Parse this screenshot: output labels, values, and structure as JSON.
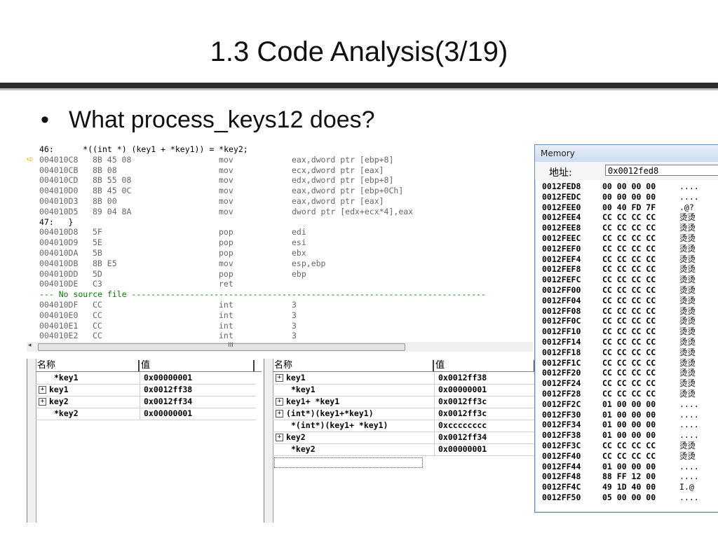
{
  "slide": {
    "title": "1.3 Code Analysis(3/19)",
    "bullet": "What process_keys12 does?"
  },
  "disasm": {
    "source_lines": [
      {
        "row": 0,
        "text": "46:      *((int *) (key1 + *key1)) = *key2;"
      },
      {
        "row": 7,
        "text": "47:   }"
      }
    ],
    "instructions": [
      {
        "row": 1,
        "addr": "004010C8",
        "bytes": "8B 45 08",
        "mnemonic": "mov",
        "operands": "eax,dword ptr [ebp+8]",
        "current": true
      },
      {
        "row": 2,
        "addr": "004010CB",
        "bytes": "8B 08",
        "mnemonic": "mov",
        "operands": "ecx,dword ptr [eax]"
      },
      {
        "row": 3,
        "addr": "004010CD",
        "bytes": "8B 55 08",
        "mnemonic": "mov",
        "operands": "edx,dword ptr [ebp+8]"
      },
      {
        "row": 4,
        "addr": "004010D0",
        "bytes": "8B 45 0C",
        "mnemonic": "mov",
        "operands": "eax,dword ptr [ebp+0Ch]"
      },
      {
        "row": 5,
        "addr": "004010D3",
        "bytes": "8B 00",
        "mnemonic": "mov",
        "operands": "eax,dword ptr [eax]"
      },
      {
        "row": 6,
        "addr": "004010D5",
        "bytes": "89 04 8A",
        "mnemonic": "mov",
        "operands": "dword ptr [edx+ecx*4],eax"
      },
      {
        "row": 8,
        "addr": "004010D8",
        "bytes": "5F",
        "mnemonic": "pop",
        "operands": "edi"
      },
      {
        "row": 9,
        "addr": "004010D9",
        "bytes": "5E",
        "mnemonic": "pop",
        "operands": "esi"
      },
      {
        "row": 10,
        "addr": "004010DA",
        "bytes": "5B",
        "mnemonic": "pop",
        "operands": "ebx"
      },
      {
        "row": 11,
        "addr": "004010DB",
        "bytes": "8B E5",
        "mnemonic": "mov",
        "operands": "esp,ebp"
      },
      {
        "row": 12,
        "addr": "004010DD",
        "bytes": "5D",
        "mnemonic": "pop",
        "operands": "ebp"
      },
      {
        "row": 13,
        "addr": "004010DE",
        "bytes": "C3",
        "mnemonic": "ret",
        "operands": ""
      },
      {
        "row": 15,
        "addr": "004010DF",
        "bytes": "CC",
        "mnemonic": "int",
        "operands": "3"
      },
      {
        "row": 16,
        "addr": "004010E0",
        "bytes": "CC",
        "mnemonic": "int",
        "operands": "3"
      },
      {
        "row": 17,
        "addr": "004010E1",
        "bytes": "CC",
        "mnemonic": "int",
        "operands": "3"
      },
      {
        "row": 18,
        "addr": "004010E2",
        "bytes": "CC",
        "mnemonic": "int",
        "operands": "3"
      }
    ],
    "no_source": {
      "row": 14,
      "text": "--- No source file -------------------------------------------------------------------------"
    },
    "scroll_grip": "III"
  },
  "watch_left": {
    "col_name": "名称",
    "col_value": "值",
    "rows": [
      {
        "name": "*key1",
        "value": "0x00000001",
        "expandable": false
      },
      {
        "name": "key1",
        "value": "0x0012ff38",
        "expandable": true
      },
      {
        "name": "key2",
        "value": "0x0012ff34",
        "expandable": true
      },
      {
        "name": "*key2",
        "value": "0x00000001",
        "expandable": false
      }
    ]
  },
  "watch_right": {
    "col_name": "名称",
    "col_value": "值",
    "rows": [
      {
        "name": "key1",
        "value": "0x0012ff38",
        "expandable": true
      },
      {
        "name": "*key1",
        "value": "0x00000001",
        "expandable": false
      },
      {
        "name": "key1+ *key1",
        "value": "0x0012ff3c",
        "expandable": true
      },
      {
        "name": "(int*)(key1+*key1)",
        "value": "0x0012ff3c",
        "expandable": true
      },
      {
        "name": "*(int*)(key1+ *key1)",
        "value": "0xcccccccc",
        "expandable": false
      },
      {
        "name": "key2",
        "value": "0x0012ff34",
        "expandable": true
      },
      {
        "name": "*key2",
        "value": "0x00000001",
        "expandable": false
      }
    ]
  },
  "memory": {
    "title": "Memory",
    "address_label": "地址:",
    "address_value": "0x0012fed8",
    "rows": [
      {
        "addr": "0012FED8",
        "bytes": "00 00 00 00",
        "chars": "...."
      },
      {
        "addr": "0012FEDC",
        "bytes": "00 00 00 00",
        "chars": "...."
      },
      {
        "addr": "0012FEE0",
        "bytes": "00 40 FD 7F",
        "chars": ".@?"
      },
      {
        "addr": "0012FEE4",
        "bytes": "CC CC CC CC",
        "chars": "烫烫"
      },
      {
        "addr": "0012FEE8",
        "bytes": "CC CC CC CC",
        "chars": "烫烫"
      },
      {
        "addr": "0012FEEC",
        "bytes": "CC CC CC CC",
        "chars": "烫烫"
      },
      {
        "addr": "0012FEF0",
        "bytes": "CC CC CC CC",
        "chars": "烫烫"
      },
      {
        "addr": "0012FEF4",
        "bytes": "CC CC CC CC",
        "chars": "烫烫"
      },
      {
        "addr": "0012FEF8",
        "bytes": "CC CC CC CC",
        "chars": "烫烫"
      },
      {
        "addr": "0012FEFC",
        "bytes": "CC CC CC CC",
        "chars": "烫烫"
      },
      {
        "addr": "0012FF00",
        "bytes": "CC CC CC CC",
        "chars": "烫烫"
      },
      {
        "addr": "0012FF04",
        "bytes": "CC CC CC CC",
        "chars": "烫烫"
      },
      {
        "addr": "0012FF08",
        "bytes": "CC CC CC CC",
        "chars": "烫烫"
      },
      {
        "addr": "0012FF0C",
        "bytes": "CC CC CC CC",
        "chars": "烫烫"
      },
      {
        "addr": "0012FF10",
        "bytes": "CC CC CC CC",
        "chars": "烫烫"
      },
      {
        "addr": "0012FF14",
        "bytes": "CC CC CC CC",
        "chars": "烫烫"
      },
      {
        "addr": "0012FF18",
        "bytes": "CC CC CC CC",
        "chars": "烫烫"
      },
      {
        "addr": "0012FF1C",
        "bytes": "CC CC CC CC",
        "chars": "烫烫"
      },
      {
        "addr": "0012FF20",
        "bytes": "CC CC CC CC",
        "chars": "烫烫"
      },
      {
        "addr": "0012FF24",
        "bytes": "CC CC CC CC",
        "chars": "烫烫"
      },
      {
        "addr": "0012FF28",
        "bytes": "CC CC CC CC",
        "chars": "烫烫"
      },
      {
        "addr": "0012FF2C",
        "bytes": "01 00 00 00",
        "chars": "...."
      },
      {
        "addr": "0012FF30",
        "bytes": "01 00 00 00",
        "chars": "...."
      },
      {
        "addr": "0012FF34",
        "bytes": "01 00 00 00",
        "chars": "...."
      },
      {
        "addr": "0012FF38",
        "bytes": "01 00 00 00",
        "chars": "...."
      },
      {
        "addr": "0012FF3C",
        "bytes": "CC CC CC CC",
        "chars": "烫烫"
      },
      {
        "addr": "0012FF40",
        "bytes": "CC CC CC CC",
        "chars": "烫烫"
      },
      {
        "addr": "0012FF44",
        "bytes": "01 00 00 00",
        "chars": "...."
      },
      {
        "addr": "0012FF48",
        "bytes": "88 FF 12 00",
        "chars": "...."
      },
      {
        "addr": "0012FF4C",
        "bytes": "49 1D 40 00",
        "chars": "I.@"
      },
      {
        "addr": "0012FF50",
        "bytes": "05 00 00 00",
        "chars": "...."
      }
    ]
  }
}
